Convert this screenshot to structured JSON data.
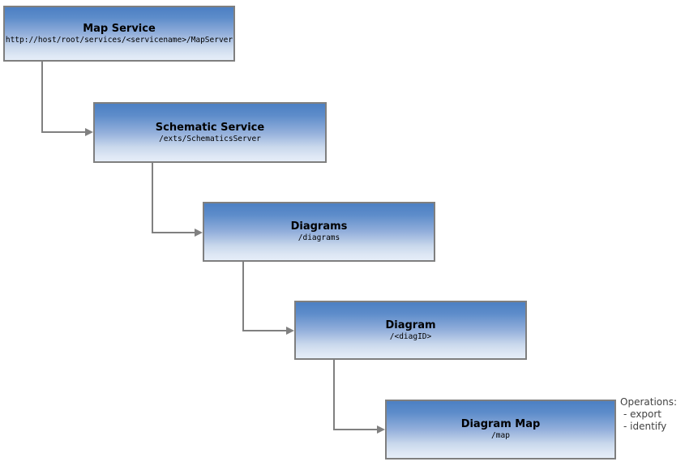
{
  "nodes": [
    {
      "title": "Map Service",
      "path": "http://host/root/services/<servicename>/MapServer"
    },
    {
      "title": "Schematic Service",
      "path": "/exts/SchematicsServer"
    },
    {
      "title": "Diagrams",
      "path": "/diagrams"
    },
    {
      "title": "Diagram",
      "path": "/<diagID>"
    },
    {
      "title": "Diagram Map",
      "path": "/map"
    }
  ],
  "operations": {
    "label": "Operations:",
    "items": [
      "- export",
      "- identify"
    ]
  },
  "colors": {
    "box_gradient_top": "#4c80c3",
    "box_gradient_bottom": "#e5edf8",
    "box_border": "#7f7f7f",
    "connector": "#808080",
    "title_text": "#000000",
    "annotation_text": "#424242"
  }
}
